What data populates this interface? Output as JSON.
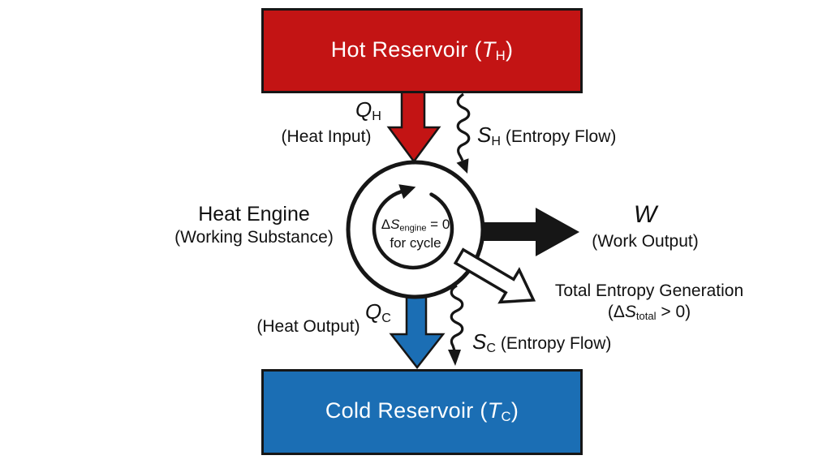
{
  "colors": {
    "hot": "#c31414",
    "cold": "#1b6eb4",
    "ink": "#111111",
    "bg": "#ffffff"
  },
  "hot_reservoir": {
    "prefix": "Hot Reservoir (",
    "symbol": "T",
    "sub": "H",
    "suffix": ")"
  },
  "cold_reservoir": {
    "prefix": "Cold Reservoir (",
    "symbol": "T",
    "sub": "C",
    "suffix": ")"
  },
  "heat_input": {
    "symbol": "Q",
    "sub": "H",
    "note": "(Heat Input)"
  },
  "entropy_in": {
    "symbol": "S",
    "sub": "H",
    "note": "(Entropy Flow)"
  },
  "engine": {
    "title": "Heat Engine",
    "subtitle": "(Working Substance)",
    "core_delta": "Δ",
    "core_symbol": "S",
    "core_sub": "engine",
    "core_eq": " = 0",
    "core_line2": "for cycle"
  },
  "work": {
    "symbol": "W",
    "note": "(Work Output)"
  },
  "entropy_generation": {
    "line1": "Total Entropy Generation",
    "open": "(Δ",
    "symbol": "S",
    "sub": "total",
    "close": " > 0)"
  },
  "heat_output": {
    "symbol": "Q",
    "sub": "C",
    "note": "(Heat Output)"
  },
  "entropy_out": {
    "symbol": "S",
    "sub": "C",
    "note": "(Entropy Flow)"
  }
}
